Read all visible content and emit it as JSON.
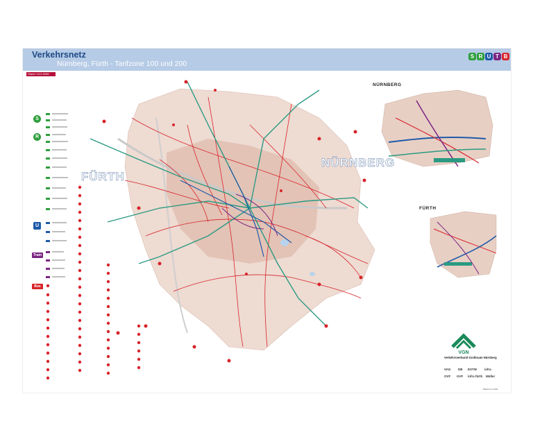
{
  "header": {
    "title": "Verkehrsnetz",
    "subtitle": "Nürnberg, Fürth - Tarifzone 100 und 200",
    "date": "Stand: 15.6.2008",
    "logos": [
      {
        "text": "S",
        "color": "#2e9e3c"
      },
      {
        "text": "R",
        "color": "#2e9e3c"
      },
      {
        "text": "U",
        "color": "#1e5aa8"
      },
      {
        "text": "T",
        "color": "#7b2482"
      },
      {
        "text": "B",
        "color": "#d8232a"
      }
    ]
  },
  "map": {
    "city_labels": {
      "fuerth": "FÜRTH",
      "nuernberg": "NÜRNBERG"
    },
    "colors": {
      "urban": "#e8d2c9",
      "rail": "#2a9a82",
      "ubahn": "#1e5aa8",
      "bus": "#d8232a",
      "tram": "#7b2482"
    }
  },
  "insets": {
    "nuernberg_title": "NÜRNBERG",
    "fuerth_title": "FÜRTH"
  },
  "legend": {
    "badges": [
      {
        "label": "S",
        "color": "#2e9e3c"
      },
      {
        "label": "R",
        "color": "#2e9e3c"
      },
      {
        "label": "U",
        "color": "#1e5aa8"
      },
      {
        "label": "Tram",
        "color": "#7b2482"
      },
      {
        "label": "Bus",
        "color": "#d8232a"
      }
    ]
  },
  "operator": {
    "name": "Verkehrsverbund Großraum Nürnberg",
    "logo_text": "VGN",
    "partners": [
      "VAG",
      "DB",
      "ESTW",
      "infra",
      "OVF",
      "GVF",
      "infra fürth",
      "Müller"
    ],
    "partners_footer": "Partner im VGN"
  }
}
